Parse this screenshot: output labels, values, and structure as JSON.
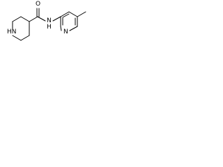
{
  "molecule": {
    "atom_labels": {
      "amine_nh": "HN",
      "carbonyl_o": "O",
      "amide_nh": "N",
      "amide_h": "H",
      "pyridine_n": "N"
    }
  }
}
